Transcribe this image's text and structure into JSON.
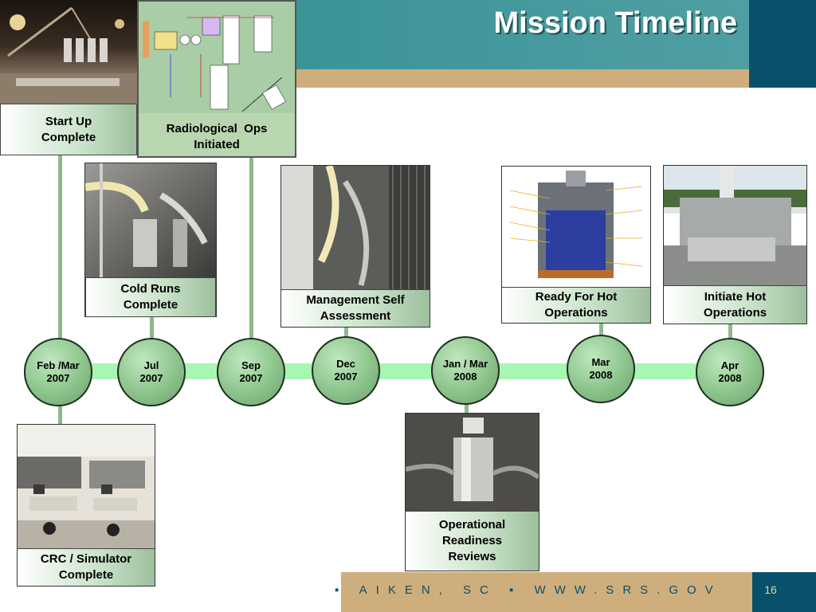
{
  "title": "Mission Timeline",
  "milestones": [
    {
      "date_line1": "Feb /Mar",
      "date_line2": "2007"
    },
    {
      "date_line1": "Jul",
      "date_line2": "2007"
    },
    {
      "date_line1": "Sep",
      "date_line2": "2007"
    },
    {
      "date_line1": "Dec",
      "date_line2": "2007"
    },
    {
      "date_line1": "Jan / Mar",
      "date_line2": "2008"
    },
    {
      "date_line1": "Mar",
      "date_line2": "2008"
    },
    {
      "date_line1": "Apr",
      "date_line2": "2008"
    }
  ],
  "labels": {
    "start_up": [
      "Start Up",
      "Complete"
    ],
    "radiological": [
      "Radiological  Ops",
      "Initiated"
    ],
    "cold_runs": [
      "Cold Runs",
      "Complete"
    ],
    "mgmt_self": [
      "Management Self",
      "Assessment"
    ],
    "ready_hot": [
      "Ready For Hot",
      "Operations"
    ],
    "initiate_hot": [
      "Initiate Hot",
      "Operations"
    ],
    "crc": [
      "CRC / Simulator",
      "Complete"
    ],
    "orr": [
      "Operational",
      "Readiness",
      "Reviews"
    ]
  },
  "footer": {
    "text": "▪ AIKEN, SC  ▪  WWW.SRS.GOV",
    "page_number": "16"
  },
  "colors": {
    "header_teal": "#3f9699",
    "header_navy": "#08506b",
    "header_tan": "#cfae7d",
    "timeline_band": "#a9f5b4",
    "node_green": "#8cc48c"
  }
}
